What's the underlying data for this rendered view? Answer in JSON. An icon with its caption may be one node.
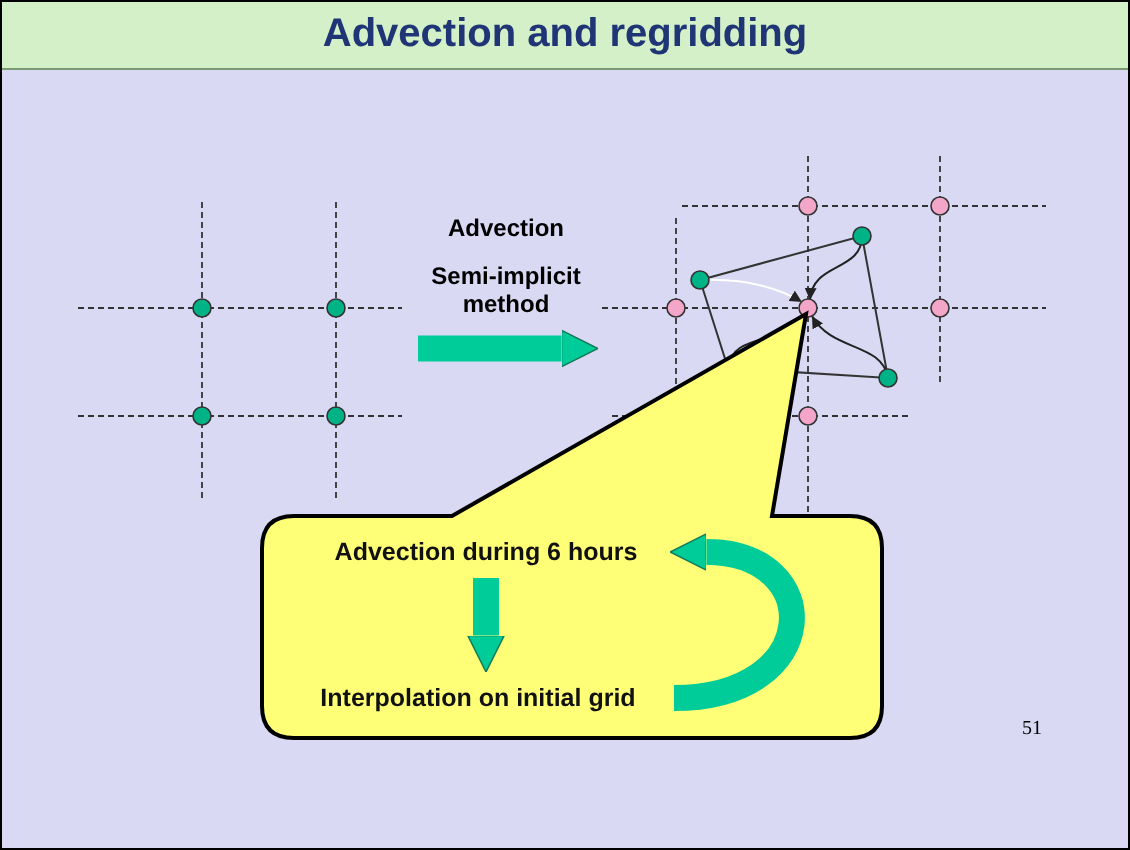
{
  "diagram": {
    "title": "Advection and regridding",
    "nodes": [
      {
        "text": [],
        "shape": "picture"
      },
      {
        "text": [],
        "shape": "picture"
      },
      {
        "text": [],
        "shape": "box"
      },
      {
        "text": [
          "Advection during 6 hours"
        ],
        "in": 2
      },
      {
        "text": [
          "Interpolation on initial grid"
        ],
        "in": 2
      }
    ],
    "edges": [
      {
        "from": 0,
        "to": 1,
        "arrow": "to"
      },
      {
        "from": 3,
        "to": 4,
        "arrow": "to"
      },
      {
        "from": 4,
        "to": 3,
        "arrow": "to"
      }
    ],
    "labels": [
      "Advection",
      "Semi-implicit method",
      "51"
    ]
  }
}
